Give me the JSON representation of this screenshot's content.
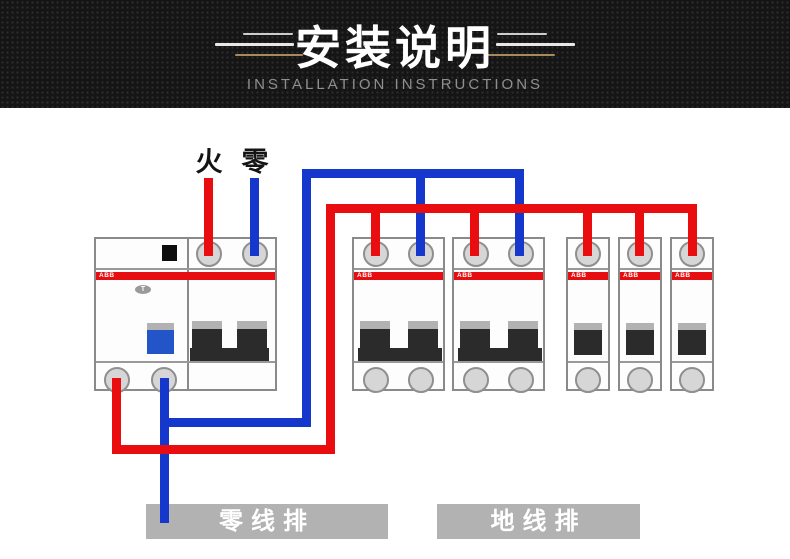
{
  "header": {
    "title": "安装说明",
    "subtitle": "INSTALLATION INSTRUCTIONS"
  },
  "diagram": {
    "wire_labels": {
      "live": "火",
      "neutral": "零"
    },
    "bus_bars": {
      "neutral": "零线排",
      "ground": "地线排"
    },
    "brand": "ABB",
    "test_button": "T",
    "breaker_count": 6
  },
  "colors": {
    "live_wire_red": "#e90d10",
    "neutral_wire_blue": "#1637cc",
    "brand_stripe_red": "#e60e10",
    "bus_bar_gray": "#b2b2b2",
    "header_black": "#151515",
    "gold_accent": "#a9895a",
    "subtitle_gray": "#8f8f8f"
  }
}
